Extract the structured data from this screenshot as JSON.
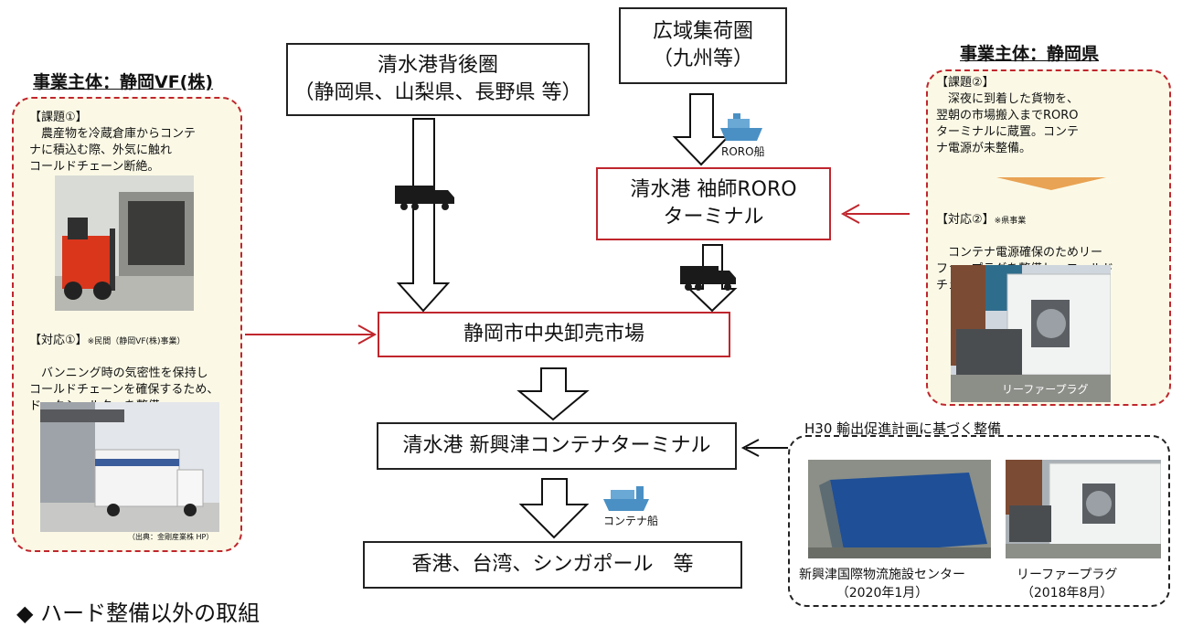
{
  "flow": {
    "shimizu_hinterland": "清水港背後圏\n（静岡県、山梨県、長野県 等）",
    "wide_area": "広域集荷圏\n（九州等）",
    "sodeshi_terminal": "清水港 袖師RORO\nターミナル",
    "market": "静岡市中央卸売市場",
    "okitsu_terminal": "清水港 新興津コンテナターミナル",
    "destinations": "香港、台湾、シンガポール　等"
  },
  "labels": {
    "roro_ship": "RORO船",
    "container_ship": "コンテナ船"
  },
  "left_panel": {
    "title": "事業主体：静岡VF(株)",
    "issue": "【課題①】\n　農産物を冷蔵倉庫からコンテ\nナに積込む際、外気に触れ\nコールドチェーン断絶。",
    "response_head": "【対応①】",
    "response_note": "※民間（静岡VF(株)事業）",
    "response_body": "　バンニング時の気密性を保持し\nコールドチェーンを確保するため、\nドックシェルターを整備。",
    "source": "（出典：金剛産業株 HP）"
  },
  "right_panel": {
    "title": "事業主体：静岡県",
    "issue": "【課題②】\n　深夜に到着した貨物を、\n翌朝の市場搬入までRORO\nターミナルに蔵置。コンテ\nナ電源が未整備。",
    "response_head": "【対応②】",
    "response_note": "※県事業",
    "response_body": "　コンテナ電源確保のためリー\nファープラグを整備し、コールド\nチェーン確保。",
    "photo_label": "リーファープラグ"
  },
  "bottom_panel": {
    "title": "H30 輸出促進計画に基づく整備",
    "caption1": "新興津国際物流施設センター\n（2020年1月）",
    "caption2": "リーファープラグ\n（2018年8月）"
  },
  "heading": "◆ ハード整備以外の取組",
  "colors": {
    "red": "#c0262d",
    "panel_bg": "#fbf9e6",
    "arrow": "#111111"
  }
}
